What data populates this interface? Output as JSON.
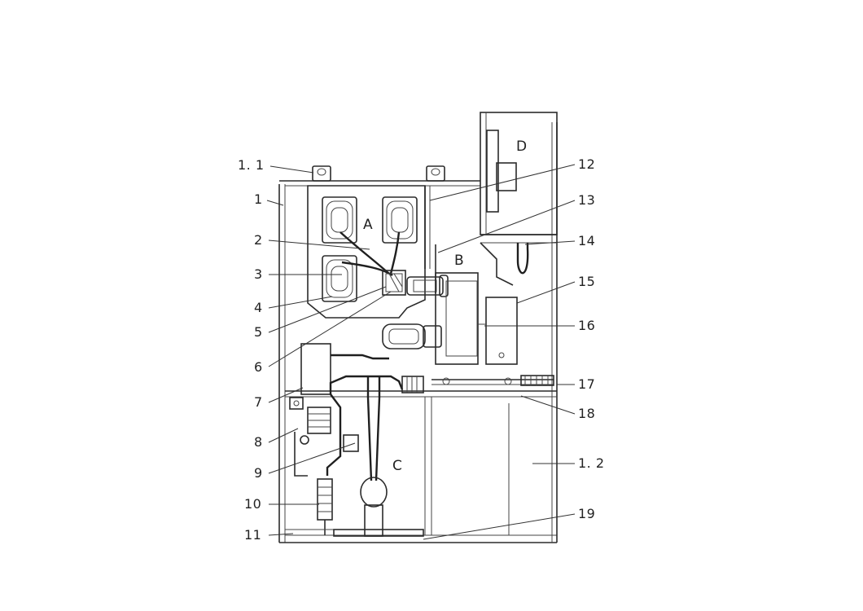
{
  "callouts": [
    {
      "id": "1.1",
      "text": "1. 1"
    },
    {
      "id": "1",
      "text": "1"
    },
    {
      "id": "2",
      "text": "2"
    },
    {
      "id": "3",
      "text": "3"
    },
    {
      "id": "4",
      "text": "4"
    },
    {
      "id": "5",
      "text": "5"
    },
    {
      "id": "6",
      "text": "6"
    },
    {
      "id": "7",
      "text": "7"
    },
    {
      "id": "8",
      "text": "8"
    },
    {
      "id": "9",
      "text": "9"
    },
    {
      "id": "10",
      "text": "10"
    },
    {
      "id": "11",
      "text": "11"
    },
    {
      "id": "12",
      "text": "12"
    },
    {
      "id": "13",
      "text": "13"
    },
    {
      "id": "14",
      "text": "14"
    },
    {
      "id": "15",
      "text": "15"
    },
    {
      "id": "16",
      "text": "16"
    },
    {
      "id": "17",
      "text": "17"
    },
    {
      "id": "18",
      "text": "18"
    },
    {
      "id": "1.2",
      "text": "1. 2"
    },
    {
      "id": "19",
      "text": "19"
    }
  ],
  "zones": {
    "A": "A",
    "B": "B",
    "C": "C",
    "D": "D"
  }
}
